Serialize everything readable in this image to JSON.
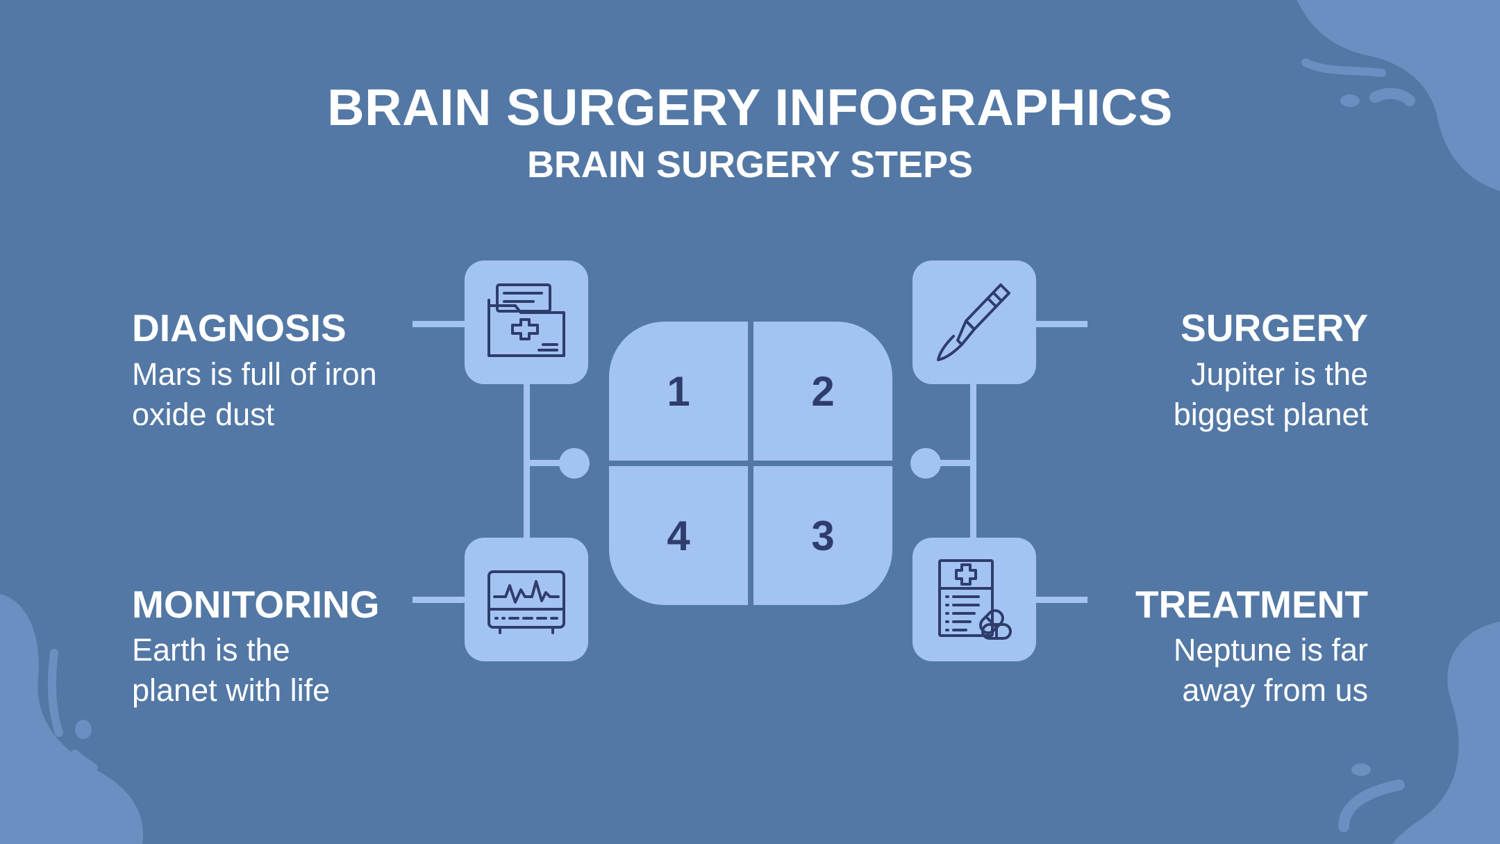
{
  "title": "BRAIN SURGERY INFOGRAPHICS",
  "subtitle": "BRAIN SURGERY STEPS",
  "colors": {
    "background": "#5378a5",
    "accent": "#a3c4f3",
    "icon_stroke": "#2f3d6c",
    "decor_blob": "#6a8fc0",
    "text": "#ffffff"
  },
  "steps": {
    "diagnosis": {
      "heading": "DIAGNOSIS",
      "line1": "Mars is full of iron",
      "line2": "oxide dust",
      "icon": "medical-folder-icon"
    },
    "surgery": {
      "heading": "SURGERY",
      "line1": "Jupiter is the",
      "line2": "biggest planet",
      "icon": "scalpel-icon"
    },
    "monitoring": {
      "heading": "MONITORING",
      "line1": "Earth is the",
      "line2": "planet with life",
      "icon": "heart-monitor-icon"
    },
    "treatment": {
      "heading": "TREATMENT",
      "line1": "Neptune is far",
      "line2": "away from us",
      "icon": "prescription-icon"
    }
  },
  "center_numbers": [
    "1",
    "2",
    "4",
    "3"
  ]
}
